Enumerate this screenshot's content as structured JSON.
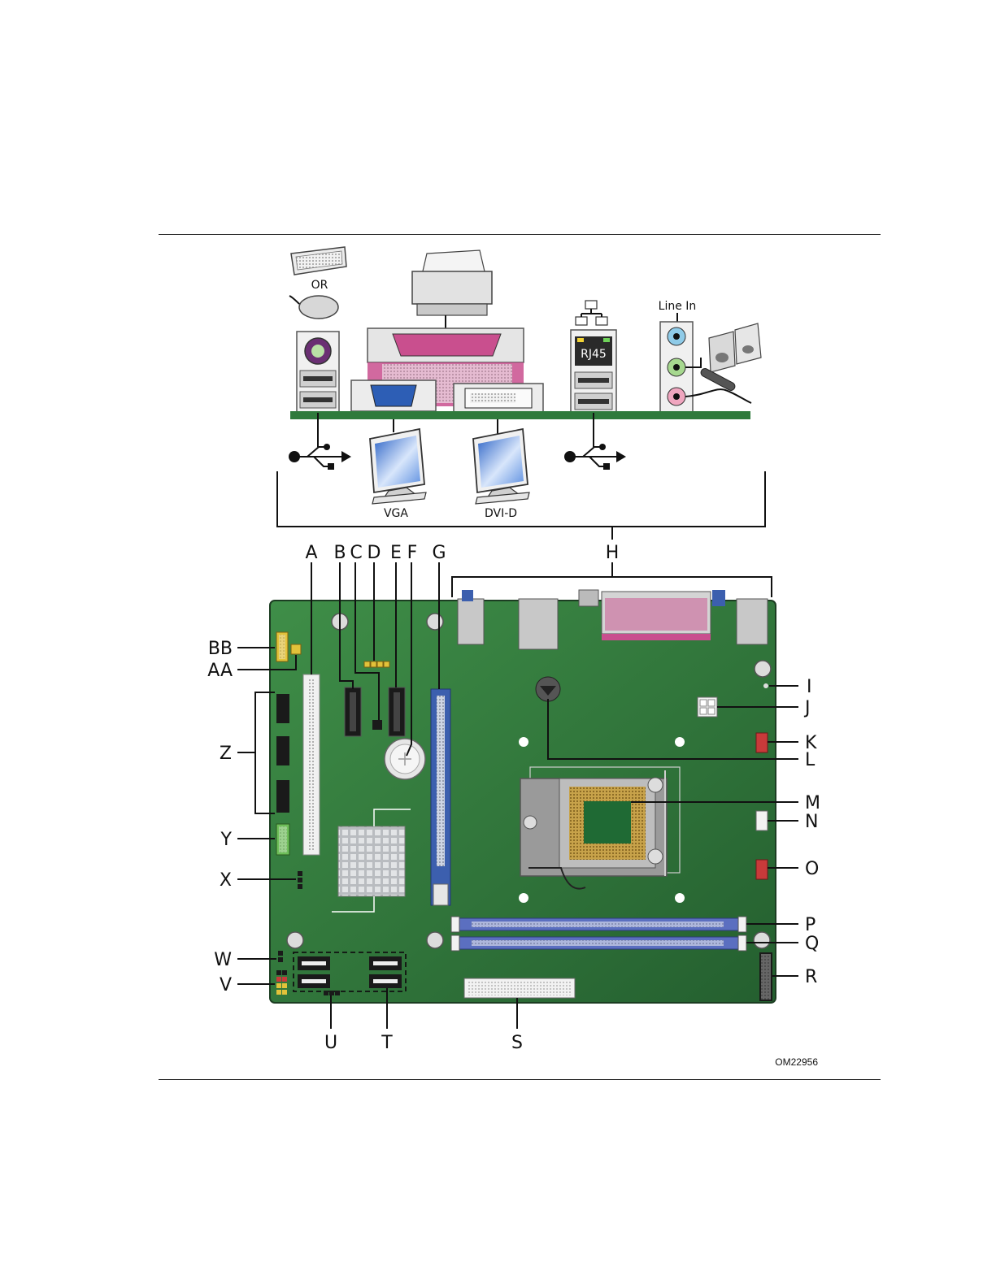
{
  "figure": {
    "top_labels": {
      "or": "OR",
      "line_in": "Line In",
      "rj45": "RJ45",
      "vga": "VGA",
      "dvi": "DVI-D"
    },
    "callouts": {
      "A": "A",
      "B": "B",
      "C": "C",
      "D": "D",
      "E": "E",
      "F": "F",
      "G": "G",
      "H": "H",
      "I": "I",
      "J": "J",
      "K": "K",
      "L": "L",
      "M": "M",
      "N": "N",
      "O": "O",
      "P": "P",
      "Q": "Q",
      "R": "R",
      "S": "S",
      "T": "T",
      "U": "U",
      "V": "V",
      "W": "W",
      "X": "X",
      "Y": "Y",
      "Z": "Z",
      "AA": "AA",
      "BB": "BB"
    },
    "figure_id": "OM22956"
  },
  "colors": {
    "board": "#2f7a3c",
    "pci_blue": "#3c5fae",
    "dimm_blue": "#5b6fc0",
    "parallel_pink": "#c94f8e",
    "fan_red": "#c83a3a",
    "header_yellow": "#e2c23a",
    "header_green": "#6fbf5a"
  }
}
